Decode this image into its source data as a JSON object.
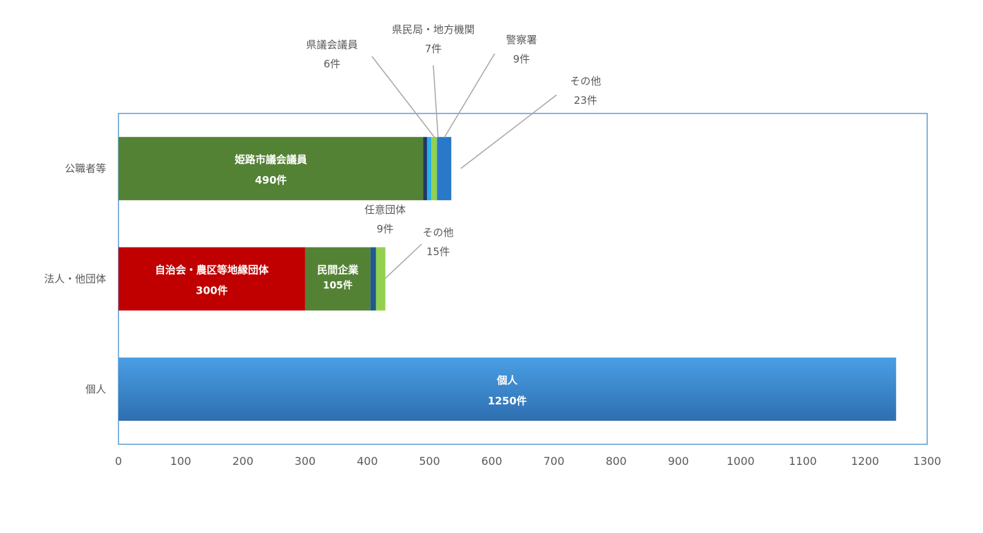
{
  "chart_data": {
    "type": "bar",
    "orientation": "horizontal",
    "stacked": true,
    "xlim": [
      0,
      1300
    ],
    "xticks": [
      "0",
      "100",
      "200",
      "300",
      "400",
      "500",
      "600",
      "700",
      "800",
      "900",
      "1000",
      "1100",
      "1200",
      "1300"
    ],
    "grid": false,
    "legend": "none",
    "categories": [
      "公職者等",
      "法人・他団体",
      "個人"
    ],
    "bars": [
      {
        "category": "公職者等",
        "segments": [
          {
            "name": "姫路市議会議員",
            "value": 490,
            "value_label": "490件",
            "color": "#548235",
            "label_position": "inside"
          },
          {
            "name": "県議会議員",
            "value": 6,
            "value_label": "6件",
            "color": "#1f3864",
            "label_position": "callout"
          },
          {
            "name": "県民局・地方機関",
            "value": 7,
            "value_label": "7件",
            "color": "#29aee6",
            "label_position": "callout"
          },
          {
            "name": "警察署",
            "value": 9,
            "value_label": "9件",
            "color": "#92d050",
            "label_position": "callout"
          },
          {
            "name": "その他",
            "value": 23,
            "value_label": "23件",
            "color": "#2a78c8",
            "label_position": "callout"
          }
        ]
      },
      {
        "category": "法人・他団体",
        "segments": [
          {
            "name": "自治会・農区等地縁団体",
            "value": 300,
            "value_label": "300件",
            "color": "#c00000",
            "label_position": "inside"
          },
          {
            "name": "民間企業",
            "value": 105,
            "value_label": "105件",
            "color": "#548235",
            "label_position": "inside"
          },
          {
            "name": "任意団体",
            "value": 9,
            "value_label": "9件",
            "color": "#1f5a8f",
            "label_position": "above"
          },
          {
            "name": "その他",
            "value": 15,
            "value_label": "15件",
            "color": "#92d050",
            "label_position": "callout"
          }
        ]
      },
      {
        "category": "個人",
        "segments": [
          {
            "name": "個人",
            "value": 1250,
            "value_label": "1250件",
            "color": "#3b8ad8",
            "label_position": "inside"
          }
        ]
      }
    ]
  }
}
